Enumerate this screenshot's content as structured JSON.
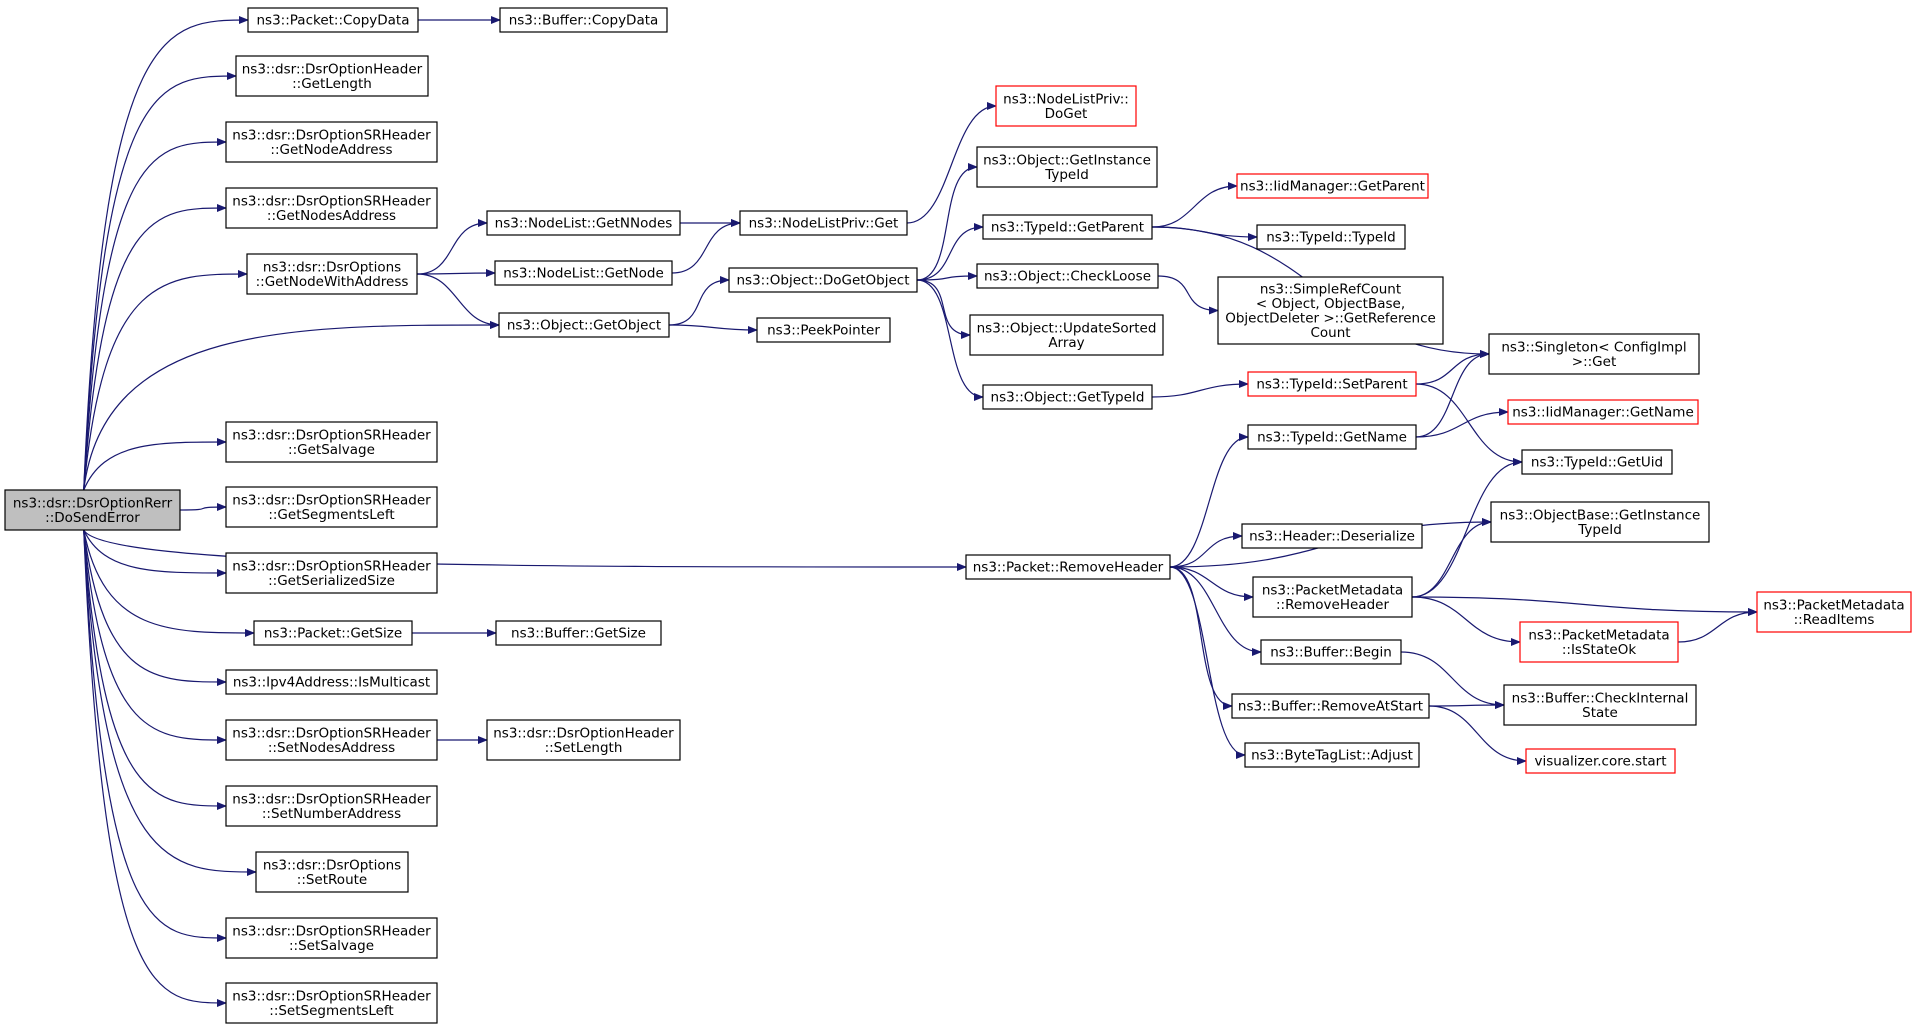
{
  "graph": {
    "type": "call-graph",
    "edge_color": "#191970",
    "red_border_color": "#ff0000",
    "root_fill": "#bfbfbf",
    "nodes": [
      {
        "id": "root",
        "lines": [
          "ns3::dsr::DsrOptionRerr",
          "::DoSendError"
        ],
        "style": "root"
      },
      {
        "id": "packet_copydata",
        "lines": [
          "ns3::Packet::CopyData"
        ]
      },
      {
        "id": "buffer_copydata",
        "lines": [
          "ns3::Buffer::CopyData"
        ]
      },
      {
        "id": "dsroptionheader_getlength",
        "lines": [
          "ns3::dsr::DsrOptionHeader",
          "::GetLength"
        ]
      },
      {
        "id": "srheader_getnodeaddress",
        "lines": [
          "ns3::dsr::DsrOptionSRHeader",
          "::GetNodeAddress"
        ]
      },
      {
        "id": "srheader_getnodesaddress",
        "lines": [
          "ns3::dsr::DsrOptionSRHeader",
          "::GetNodesAddress"
        ]
      },
      {
        "id": "dsroptions_getnodewithaddress",
        "lines": [
          "ns3::dsr::DsrOptions",
          "::GetNodeWithAddress"
        ]
      },
      {
        "id": "nodelist_getnnodes",
        "lines": [
          "ns3::NodeList::GetNNodes"
        ]
      },
      {
        "id": "nodelist_getnode",
        "lines": [
          "ns3::NodeList::GetNode"
        ]
      },
      {
        "id": "nodelistpriv_get",
        "lines": [
          "ns3::NodeListPriv::Get"
        ]
      },
      {
        "id": "nodelistpriv_doget",
        "lines": [
          "ns3::NodeListPriv::",
          "DoGet"
        ],
        "style": "red"
      },
      {
        "id": "object_getobject",
        "lines": [
          "ns3::Object::GetObject"
        ]
      },
      {
        "id": "peekpointer",
        "lines": [
          "ns3::PeekPointer"
        ]
      },
      {
        "id": "object_dogetobject",
        "lines": [
          "ns3::Object::DoGetObject"
        ]
      },
      {
        "id": "object_getinstancetypeid",
        "lines": [
          "ns3::Object::GetInstance",
          "TypeId"
        ]
      },
      {
        "id": "typeid_getparent",
        "lines": [
          "ns3::TypeId::GetParent"
        ]
      },
      {
        "id": "iidmanager_getparent",
        "lines": [
          "ns3::IidManager::GetParent"
        ],
        "style": "red"
      },
      {
        "id": "typeid_typeid",
        "lines": [
          "ns3::TypeId::TypeId"
        ]
      },
      {
        "id": "object_checkloose",
        "lines": [
          "ns3::Object::CheckLoose"
        ]
      },
      {
        "id": "simplerefcount_getreferencecount",
        "lines": [
          "ns3::SimpleRefCount",
          "< Object, ObjectBase,",
          "ObjectDeleter >::GetReference",
          "Count"
        ]
      },
      {
        "id": "object_updatesortedarray",
        "lines": [
          "ns3::Object::UpdateSorted",
          "Array"
        ]
      },
      {
        "id": "object_gettypeid",
        "lines": [
          "ns3::Object::GetTypeId"
        ]
      },
      {
        "id": "typeid_setparent",
        "lines": [
          "ns3::TypeId::SetParent"
        ],
        "style": "red"
      },
      {
        "id": "singleton_get",
        "lines": [
          "ns3::Singleton< ConfigImpl",
          ">::Get"
        ]
      },
      {
        "id": "iidmanager_getname",
        "lines": [
          "ns3::IidManager::GetName"
        ],
        "style": "red"
      },
      {
        "id": "typeid_getname",
        "lines": [
          "ns3::TypeId::GetName"
        ]
      },
      {
        "id": "typeid_getuid",
        "lines": [
          "ns3::TypeId::GetUid"
        ]
      },
      {
        "id": "objectbase_getinstancetypeid",
        "lines": [
          "ns3::ObjectBase::GetInstance",
          "TypeId"
        ]
      },
      {
        "id": "header_deserialize",
        "lines": [
          "ns3::Header::Deserialize"
        ]
      },
      {
        "id": "packet_removeheader",
        "lines": [
          "ns3::Packet::RemoveHeader"
        ]
      },
      {
        "id": "packetmetadata_removeheader",
        "lines": [
          "ns3::PacketMetadata",
          "::RemoveHeader"
        ]
      },
      {
        "id": "packetmetadata_readitems",
        "lines": [
          "ns3::PacketMetadata",
          "::ReadItems"
        ],
        "style": "red"
      },
      {
        "id": "packetmetadata_isstateok",
        "lines": [
          "ns3::PacketMetadata",
          "::IsStateOk"
        ],
        "style": "red"
      },
      {
        "id": "buffer_begin",
        "lines": [
          "ns3::Buffer::Begin"
        ]
      },
      {
        "id": "buffer_checkinternalstate",
        "lines": [
          "ns3::Buffer::CheckInternal",
          "State"
        ]
      },
      {
        "id": "buffer_removeatstart",
        "lines": [
          "ns3::Buffer::RemoveAtStart"
        ]
      },
      {
        "id": "visualizer_core_start",
        "lines": [
          "visualizer.core.start"
        ],
        "style": "red"
      },
      {
        "id": "bytetaglist_adjust",
        "lines": [
          "ns3::ByteTagList::Adjust"
        ]
      },
      {
        "id": "srheader_getsalvage",
        "lines": [
          "ns3::dsr::DsrOptionSRHeader",
          "::GetSalvage"
        ]
      },
      {
        "id": "srheader_getsegmentsleft",
        "lines": [
          "ns3::dsr::DsrOptionSRHeader",
          "::GetSegmentsLeft"
        ]
      },
      {
        "id": "srheader_getserializedsize",
        "lines": [
          "ns3::dsr::DsrOptionSRHeader",
          "::GetSerializedSize"
        ]
      },
      {
        "id": "packet_getsize",
        "lines": [
          "ns3::Packet::GetSize"
        ]
      },
      {
        "id": "buffer_getsize",
        "lines": [
          "ns3::Buffer::GetSize"
        ]
      },
      {
        "id": "ipv4address_ismulticast",
        "lines": [
          "ns3::Ipv4Address::IsMulticast"
        ]
      },
      {
        "id": "srheader_setnodesaddress",
        "lines": [
          "ns3::dsr::DsrOptionSRHeader",
          "::SetNodesAddress"
        ]
      },
      {
        "id": "dsroptionheader_setlength",
        "lines": [
          "ns3::dsr::DsrOptionHeader",
          "::SetLength"
        ]
      },
      {
        "id": "srheader_setnumberaddress",
        "lines": [
          "ns3::dsr::DsrOptionSRHeader",
          "::SetNumberAddress"
        ]
      },
      {
        "id": "dsroptions_setroute",
        "lines": [
          "ns3::dsr::DsrOptions",
          "::SetRoute"
        ]
      },
      {
        "id": "srheader_setsalvage",
        "lines": [
          "ns3::dsr::DsrOptionSRHeader",
          "::SetSalvage"
        ]
      },
      {
        "id": "srheader_setsegmentsleft",
        "lines": [
          "ns3::dsr::DsrOptionSRHeader",
          "::SetSegmentsLeft"
        ]
      }
    ],
    "edges": [
      [
        "root",
        "packet_copydata"
      ],
      [
        "packet_copydata",
        "buffer_copydata"
      ],
      [
        "root",
        "dsroptionheader_getlength"
      ],
      [
        "root",
        "srheader_getnodeaddress"
      ],
      [
        "root",
        "srheader_getnodesaddress"
      ],
      [
        "root",
        "dsroptions_getnodewithaddress"
      ],
      [
        "dsroptions_getnodewithaddress",
        "nodelist_getnnodes"
      ],
      [
        "dsroptions_getnodewithaddress",
        "nodelist_getnode"
      ],
      [
        "dsroptions_getnodewithaddress",
        "object_getobject"
      ],
      [
        "nodelist_getnnodes",
        "nodelistpriv_get"
      ],
      [
        "nodelist_getnode",
        "nodelistpriv_get"
      ],
      [
        "nodelistpriv_get",
        "nodelistpriv_doget"
      ],
      [
        "root",
        "object_getobject"
      ],
      [
        "object_getobject",
        "object_dogetobject"
      ],
      [
        "object_getobject",
        "peekpointer"
      ],
      [
        "object_dogetobject",
        "object_getinstancetypeid"
      ],
      [
        "object_dogetobject",
        "typeid_getparent"
      ],
      [
        "object_dogetobject",
        "object_checkloose"
      ],
      [
        "object_dogetobject",
        "object_updatesortedarray"
      ],
      [
        "object_dogetobject",
        "object_gettypeid"
      ],
      [
        "typeid_getparent",
        "iidmanager_getparent"
      ],
      [
        "typeid_getparent",
        "typeid_typeid"
      ],
      [
        "typeid_getparent",
        "singleton_get"
      ],
      [
        "object_checkloose",
        "simplerefcount_getreferencecount"
      ],
      [
        "object_gettypeid",
        "typeid_setparent"
      ],
      [
        "typeid_setparent",
        "singleton_get"
      ],
      [
        "typeid_setparent",
        "typeid_getuid"
      ],
      [
        "root",
        "packet_removeheader"
      ],
      [
        "packet_removeheader",
        "typeid_getname"
      ],
      [
        "packet_removeheader",
        "objectbase_getinstancetypeid"
      ],
      [
        "packet_removeheader",
        "header_deserialize"
      ],
      [
        "packet_removeheader",
        "packetmetadata_removeheader"
      ],
      [
        "packet_removeheader",
        "buffer_begin"
      ],
      [
        "packet_removeheader",
        "buffer_removeatstart"
      ],
      [
        "packet_removeheader",
        "bytetaglist_adjust"
      ],
      [
        "typeid_getname",
        "singleton_get"
      ],
      [
        "typeid_getname",
        "iidmanager_getname"
      ],
      [
        "packetmetadata_removeheader",
        "typeid_getuid"
      ],
      [
        "packetmetadata_removeheader",
        "objectbase_getinstancetypeid"
      ],
      [
        "packetmetadata_removeheader",
        "packetmetadata_readitems"
      ],
      [
        "packetmetadata_removeheader",
        "packetmetadata_isstateok"
      ],
      [
        "packetmetadata_isstateok",
        "packetmetadata_readitems"
      ],
      [
        "buffer_begin",
        "buffer_checkinternalstate"
      ],
      [
        "buffer_removeatstart",
        "buffer_checkinternalstate"
      ],
      [
        "buffer_removeatstart",
        "visualizer_core_start"
      ],
      [
        "root",
        "srheader_getsalvage"
      ],
      [
        "root",
        "srheader_getsegmentsleft"
      ],
      [
        "root",
        "srheader_getserializedsize"
      ],
      [
        "root",
        "packet_getsize"
      ],
      [
        "packet_getsize",
        "buffer_getsize"
      ],
      [
        "root",
        "ipv4address_ismulticast"
      ],
      [
        "root",
        "srheader_setnodesaddress"
      ],
      [
        "srheader_setnodesaddress",
        "dsroptionheader_setlength"
      ],
      [
        "root",
        "srheader_setnumberaddress"
      ],
      [
        "root",
        "dsroptions_setroute"
      ],
      [
        "root",
        "srheader_setsalvage"
      ],
      [
        "root",
        "srheader_setsegmentsleft"
      ]
    ]
  }
}
